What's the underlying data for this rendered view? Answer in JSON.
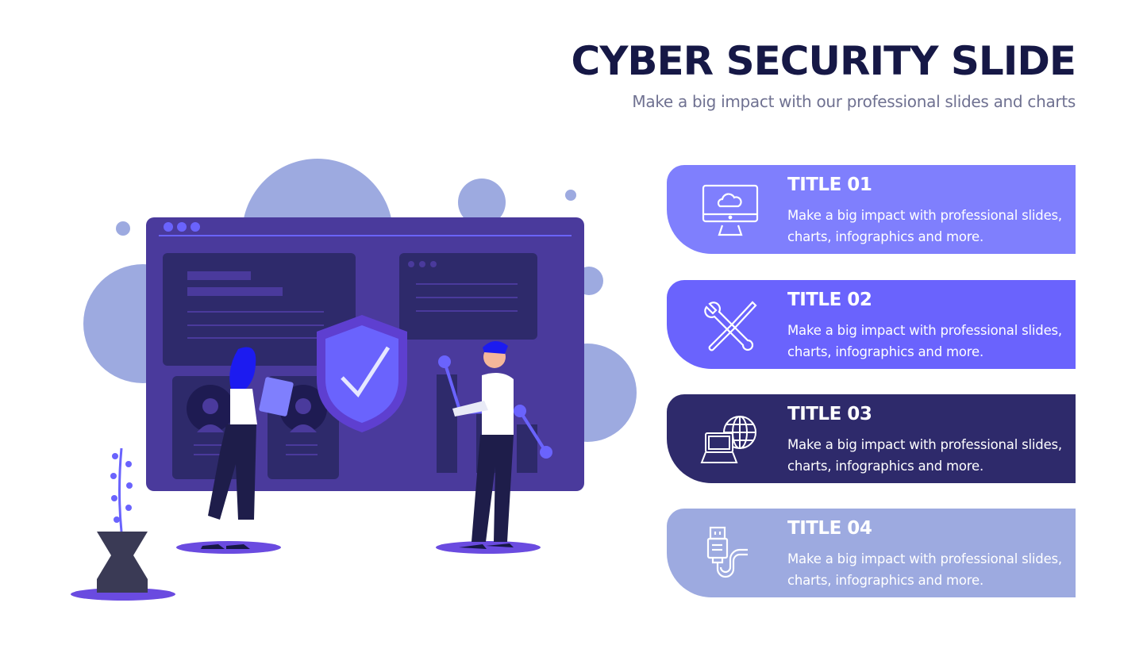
{
  "header": {
    "title": "CYBER SECURITY SLIDE",
    "subtitle": "Make a big impact with our professional slides and charts"
  },
  "cards": [
    {
      "title": "TITLE 01",
      "description": "Make a big impact with professional slides, charts, infographics and more.",
      "icon": "cloud-monitor-icon",
      "color": "#7f7ffd"
    },
    {
      "title": "TITLE 02",
      "description": "Make a big impact with professional slides, charts, infographics and more.",
      "icon": "tools-icon",
      "color": "#6a63fd"
    },
    {
      "title": "TITLE 03",
      "description": "Make a big impact with professional slides, charts, infographics and more.",
      "icon": "laptop-globe-icon",
      "color": "#2e2a6b"
    },
    {
      "title": "TITLE 04",
      "description": "Make a big impact with professional slides, charts, infographics and more.",
      "icon": "usb-cable-icon",
      "color": "#9daae0"
    }
  ],
  "colors": {
    "dark": "#161846",
    "window": "#4a3a9c",
    "panel": "#2e2a6b",
    "accent": "#6a63fd",
    "blob": "#9daae0"
  }
}
